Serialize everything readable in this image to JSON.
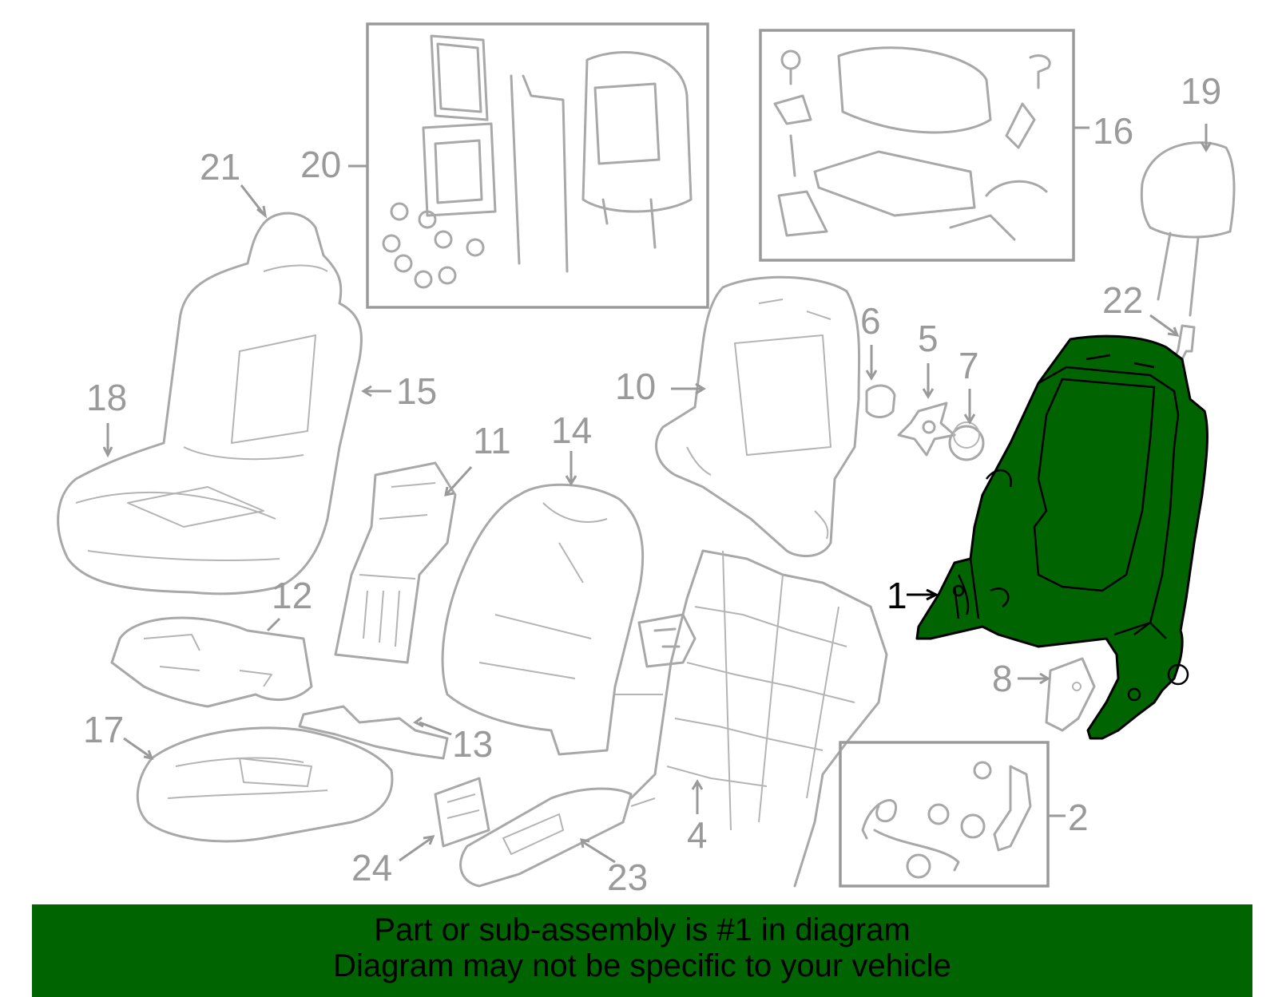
{
  "labels": {
    "p1": "1",
    "p2": "2",
    "p4": "4",
    "p5": "5",
    "p6": "6",
    "p7": "7",
    "p8": "8",
    "p10": "10",
    "p11": "11",
    "p12": "12",
    "p13": "13",
    "p14": "14",
    "p15": "15",
    "p16": "16",
    "p17": "17",
    "p18": "18",
    "p19": "19",
    "p20": "20",
    "p21": "21",
    "p22": "22",
    "p23": "23",
    "p24": "24"
  },
  "highlighted_part": "1",
  "colors": {
    "highlight": "#006400",
    "banner": "#006400",
    "line_art": "#a8a8a8",
    "label": "#9a9a9a"
  },
  "banner": {
    "line1": "Part or sub-assembly is #1 in diagram",
    "line2": "Diagram may not be specific to your vehicle"
  }
}
